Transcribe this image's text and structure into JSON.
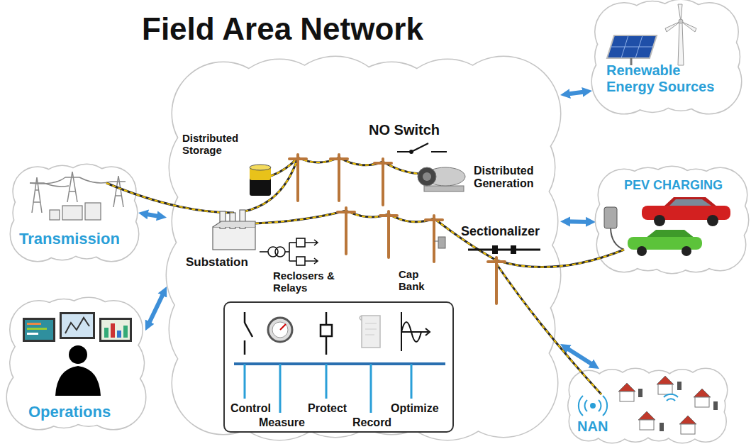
{
  "diagram": {
    "nodes": [
      {
        "text": [
          "Field Area Network"
        ]
      },
      {
        "text": [
          "Transmission"
        ]
      },
      {
        "text": [
          "Operations"
        ]
      },
      {
        "text": [
          "Renewable Energy Sources"
        ]
      },
      {
        "text": [
          "PEV CHARGING"
        ]
      },
      {
        "text": [
          "NAN"
        ]
      },
      {
        "text": [
          "Control",
          "Measure",
          "Protect",
          "Record",
          "Optimize"
        ],
        "in": 0
      }
    ],
    "edges": [
      {
        "from": 1,
        "to": 0,
        "arrow": "both"
      },
      {
        "from": 2,
        "to": 0,
        "arrow": "both"
      },
      {
        "from": 3,
        "to": 0,
        "arrow": "both"
      },
      {
        "from": 4,
        "to": 0,
        "arrow": "both"
      },
      {
        "from": 5,
        "to": 0,
        "arrow": "both"
      }
    ],
    "labels": [
      "Distributed Storage",
      "NO Switch",
      "Distributed Generation",
      "Substation",
      "Reclosers & Relays",
      "Cap Bank",
      "Sectionalizer"
    ]
  }
}
